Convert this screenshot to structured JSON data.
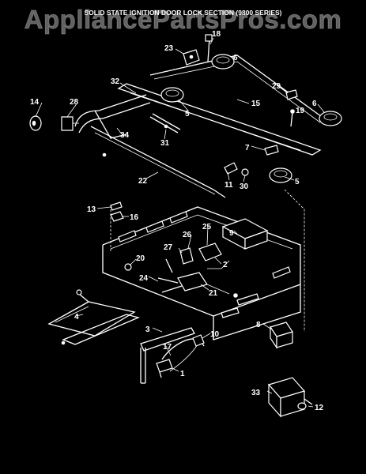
{
  "header": {
    "title": "SOLID STATE IGNITION DOOR LOCK SECTION (9800 SERIES)",
    "watermark": "AppliancePartsPros.com"
  },
  "callouts": {
    "c1": "1",
    "c2": "2",
    "c3": "3",
    "c4": "4",
    "c5a": "5",
    "c5b": "5",
    "c6a": "6",
    "c6b": "6",
    "c7": "7",
    "c8": "8",
    "c9": "9",
    "c11": "11",
    "c12": "12",
    "c13": "13",
    "c14": "14",
    "c15": "15",
    "c16": "16",
    "c17": "17",
    "c18": "18",
    "c19": "19",
    "c20": "20",
    "c21": "21",
    "c22": "22",
    "c23": "23",
    "c24": "24",
    "c25": "25",
    "c26": "26",
    "c27": "27",
    "c28": "28",
    "c29": "29",
    "c30": "30",
    "c31": "31",
    "c32": "32",
    "c33": "33",
    "c34": "34",
    "c10": "10"
  },
  "colors": {
    "background": "#000000",
    "line": "#ffffff"
  }
}
